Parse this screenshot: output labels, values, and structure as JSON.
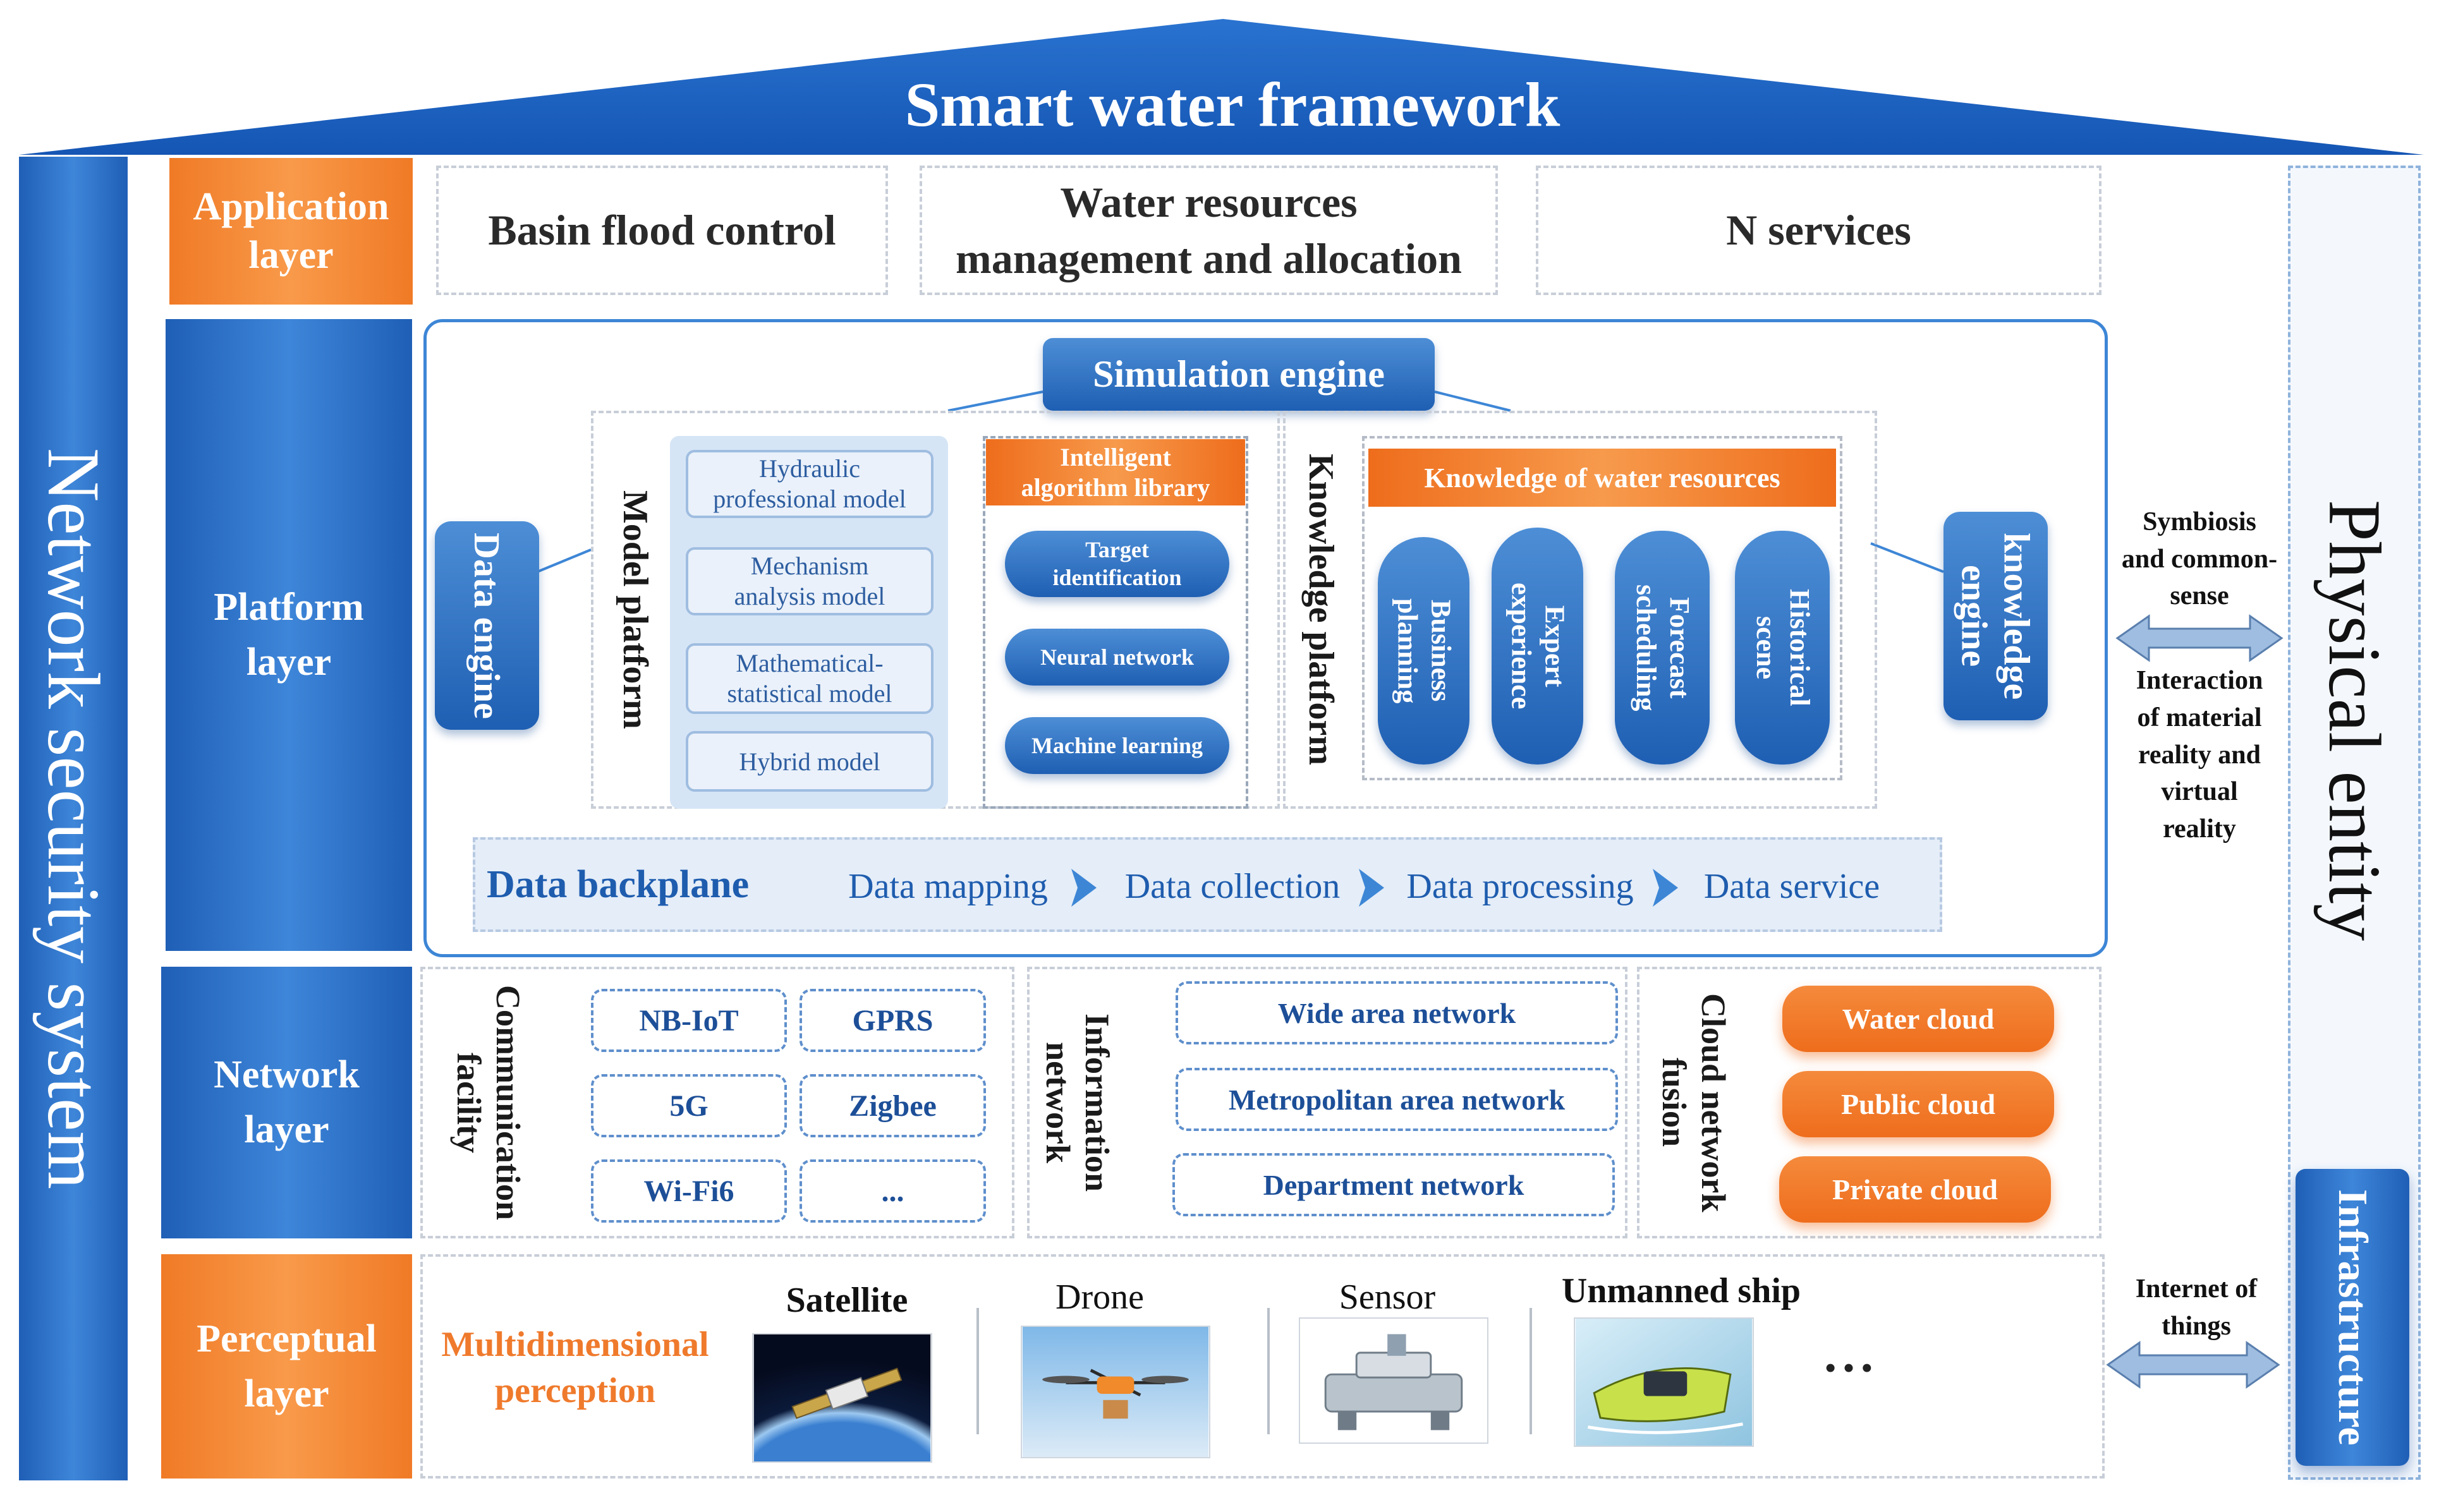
{
  "title": "Smart water framework",
  "left_column": "Network security system",
  "right_column": "Physical entity",
  "infrastructure": "Infrastructure",
  "layers": {
    "application": {
      "label_line1": "Application",
      "label_line2": "layer"
    },
    "platform": {
      "label_line1": "Platform",
      "label_line2": "layer"
    },
    "network": {
      "label_line1": "Network",
      "label_line2": "layer"
    },
    "perceptual": {
      "label_line1": "Perceptual",
      "label_line2": "layer"
    }
  },
  "application": {
    "services": [
      {
        "line1": "Basin flood control",
        "line2": ""
      },
      {
        "line1": "Water resources",
        "line2": "management and allocation"
      },
      {
        "line1": "N services",
        "line2": ""
      }
    ]
  },
  "platform": {
    "simulation_engine": "Simulation engine",
    "data_engine": "Data engine",
    "knowledge_engine": "knowledge engine",
    "model_platform": "Model platform",
    "knowledge_platform": "Knowledge platform",
    "models": [
      {
        "line1": "Hydraulic",
        "line2": "professional model"
      },
      {
        "line1": "Mechanism",
        "line2": "analysis model"
      },
      {
        "line1": "Mathematical-",
        "line2": "statistical model"
      },
      {
        "line1": "Hybrid model",
        "line2": ""
      }
    ],
    "algorithm_library": {
      "line1": "Intelligent",
      "line2": "algorithm library"
    },
    "algorithms": [
      {
        "line1": "Target",
        "line2": "identification"
      },
      {
        "line1": "Neural network",
        "line2": ""
      },
      {
        "line1": "Machine learning",
        "line2": ""
      }
    ],
    "knowledge_title": "Knowledge of water resources",
    "knowledge_items": [
      {
        "line1": "Business",
        "line2": "planning"
      },
      {
        "line1": "Expert",
        "line2": "experience"
      },
      {
        "line1": "Forecast",
        "line2": "scheduling"
      },
      {
        "line1": "Historical",
        "line2": "scene"
      }
    ],
    "backplane": {
      "title": "Data backplane",
      "steps": [
        "Data mapping",
        "Data collection",
        "Data processing",
        "Data service"
      ]
    }
  },
  "network": {
    "communication_facility": "Communication facility",
    "comm_items": [
      "NB-IoT",
      "GPRS",
      "5G",
      "Zigbee",
      "Wi-Fi6",
      "..."
    ],
    "information_network": "Information network",
    "info_items": [
      "Wide area network",
      "Metropolitan area network",
      "Department network"
    ],
    "cloud_network_fusion": "Cloud network fusion",
    "clouds": [
      "Water cloud",
      "Public cloud",
      "Private cloud"
    ]
  },
  "perceptual": {
    "multidimensional": {
      "line1": "Multidimensional",
      "line2": "perception"
    },
    "devices": [
      "Satellite",
      "Drone",
      "Sensor",
      "Unmanned ship"
    ],
    "more": "• • •"
  },
  "side_labels": {
    "symbiosis": {
      "line1": "Symbiosis",
      "line2": "and common-",
      "line3": "sense"
    },
    "interaction": {
      "line1": "Interaction",
      "line2": "of material",
      "line3": "reality and",
      "line4": "virtual",
      "line5": "reality"
    },
    "iot": {
      "line1": "Internet of",
      "line2": "things"
    }
  },
  "colors": {
    "blue": "#1f5fb6",
    "orange": "#f07a26",
    "header_blue": "#1a5fc0"
  }
}
